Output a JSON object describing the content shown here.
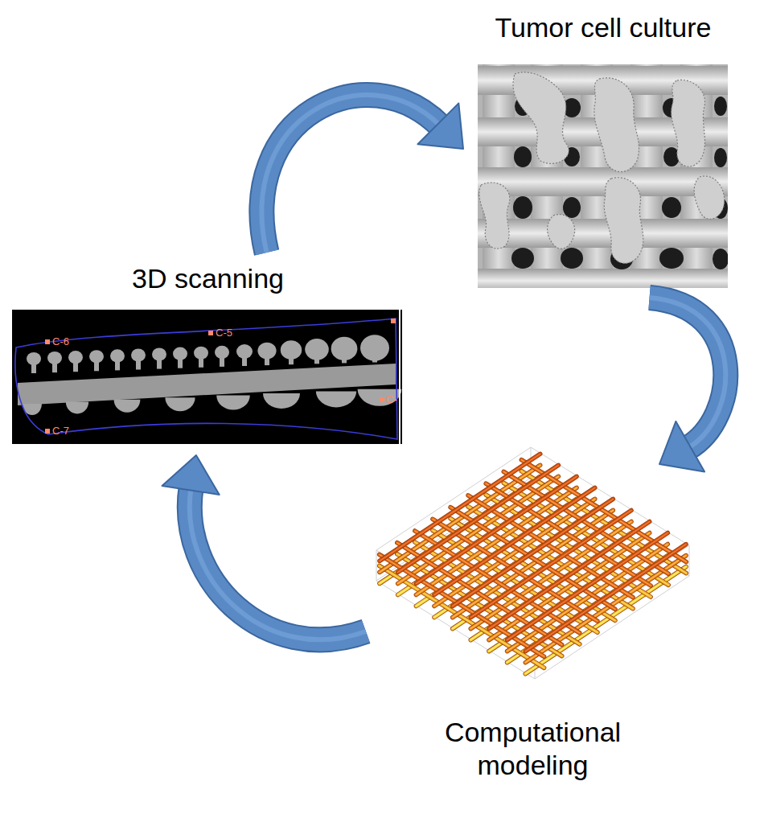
{
  "diagram": {
    "nodes": [
      {
        "text": [
          "Tumor cell culture"
        ]
      },
      {
        "text": [
          "3D scanning"
        ]
      },
      {
        "text": [
          "Computational modeling"
        ]
      }
    ],
    "edges": [
      {
        "from": 1,
        "to": 0,
        "arrow": "to"
      },
      {
        "from": 0,
        "to": 2,
        "arrow": "to"
      },
      {
        "from": 2,
        "to": 1,
        "arrow": "to"
      }
    ],
    "labels": [
      "C-6",
      "C-5",
      "C-7",
      "C-"
    ]
  }
}
